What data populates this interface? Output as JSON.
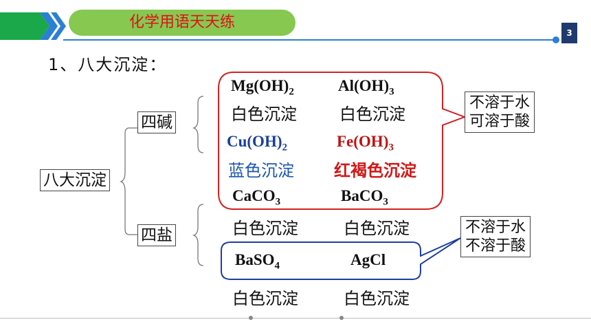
{
  "header": {
    "title": "化学用语天天练",
    "page_number": "3",
    "colors": {
      "pill": "#86c850",
      "title_text": "#e0101a",
      "accent": "#2b7fd4",
      "chevron_green": "#1aa84a",
      "chevron_blue": "#2b7fd4"
    }
  },
  "heading": "1、八大沉淀：",
  "tree": {
    "root": "八大沉淀",
    "branch_bases": "四碱",
    "branch_salts": "四盐"
  },
  "precipitates": {
    "mgoh2": {
      "formula": "Mg(OH)",
      "sub": "2",
      "label": "白色沉淀"
    },
    "aloh3": {
      "formula": "Al(OH)",
      "sub": "3",
      "label": "白色沉淀"
    },
    "cuoh2": {
      "formula": "Cu(OH)",
      "sub": "2",
      "label": "蓝色沉淀"
    },
    "feoh3": {
      "formula": "Fe(OH)",
      "sub": "3",
      "label": "红褐色沉淀"
    },
    "caco3": {
      "formula": "CaCO",
      "sub": "3",
      "label": "白色沉淀"
    },
    "baco3": {
      "formula": "BaCO",
      "sub": "3",
      "label": "白色沉淀"
    },
    "baso4": {
      "formula": "BaSO",
      "sub": "4",
      "label": "白色沉淀"
    },
    "agcl": {
      "formula": "AgCl",
      "label": "白色沉淀"
    }
  },
  "callouts": {
    "soluble_acid": {
      "line1": "不溶于水",
      "line2": "可溶于酸",
      "border_color": "#d42020"
    },
    "insoluble_acid": {
      "line1": "不溶于水",
      "line2": "不溶于酸",
      "border_color": "#1c3f9e"
    }
  }
}
